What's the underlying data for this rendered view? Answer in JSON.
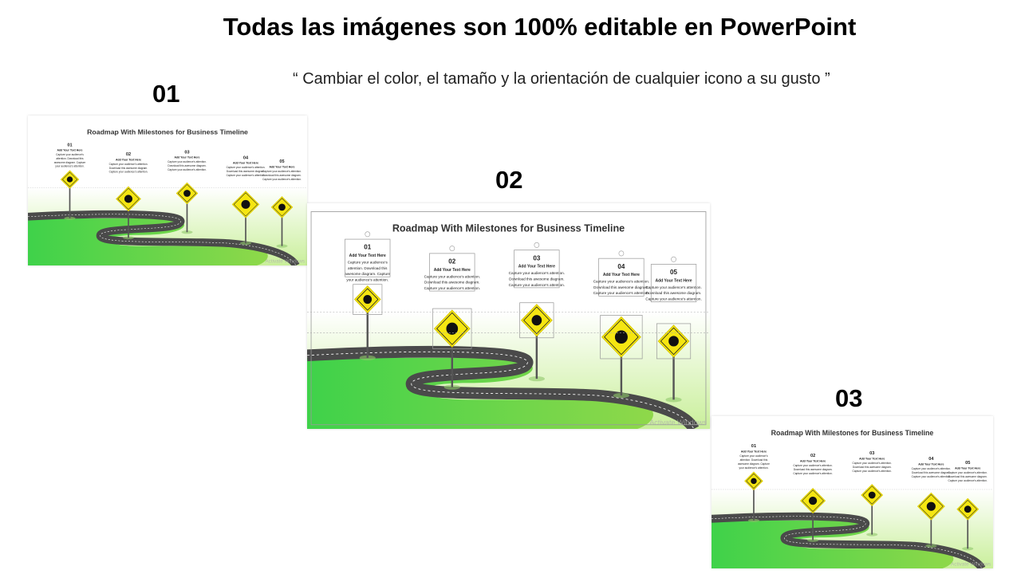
{
  "header": {
    "title": "Todas las imágenes son 100% editable en PowerPoint",
    "subtitle": "“ Cambiar el color, el tamaño y la orientación de cualquier icono a su gusto ”"
  },
  "slides": [
    {
      "number": "01",
      "selected": false
    },
    {
      "number": "02",
      "selected": true
    },
    {
      "number": "03",
      "selected": false
    }
  ],
  "slide_content": {
    "title": "Roadmap With Milestones for Business Timeline",
    "watermark": "Activate Windows",
    "milestones": [
      {
        "num": "01",
        "heading": "Add Your Text Here",
        "lines": [
          "Capture your audience's",
          "attention. Download this",
          "awesome diagram. Capture",
          "your audience's attention."
        ],
        "icon": "lock-icon"
      },
      {
        "num": "02",
        "heading": "Add Your Text Here",
        "lines": [
          "Capture your audience's attention.",
          "Download this awesome diagram.",
          "Capture your audience's attention."
        ],
        "icon": "handshake-icon"
      },
      {
        "num": "03",
        "heading": "Add Your Text Here",
        "lines": [
          "Capture your audience's attention.",
          "Download this awesome diagram.",
          "Capture your audience's attention."
        ],
        "icon": "coins-icon"
      },
      {
        "num": "04",
        "heading": "Add Your Text Here",
        "lines": [
          "Capture your audience's attention.",
          "Download this awesome diagram.",
          "Capture your audience's attention."
        ],
        "icon": "envelope-icon"
      },
      {
        "num": "05",
        "heading": "Add Your Text Here",
        "lines": [
          "Capture your audience's attention.",
          "Download this awesome diagram.",
          "Capture your audience's attention."
        ],
        "icon": "briefcase-icon"
      }
    ]
  },
  "colors": {
    "sign": "#f5e612",
    "grass": "#3fd24a",
    "road": "#4a4a4a"
  }
}
